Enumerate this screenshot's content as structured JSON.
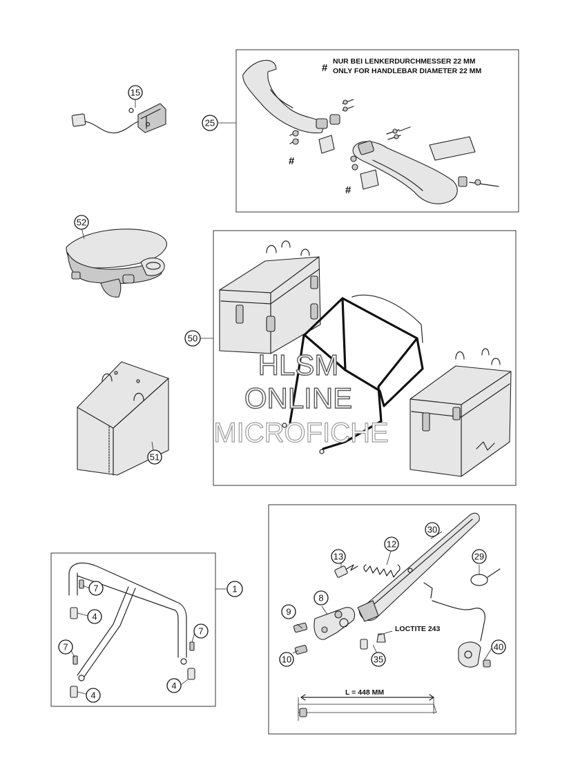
{
  "notes": {
    "handlebar_de": "NUR BEI LENKERDURCHMESSER 22 MM",
    "handlebar_en": "ONLY FOR HANDLEBAR DIAMETER 22 MM",
    "hash_symbol": "#",
    "loctite": "LOCTITE 243",
    "length": "L = 448 MM"
  },
  "callouts": {
    "c15": "15",
    "c25": "25",
    "c52": "52",
    "c50": "50",
    "c51": "51",
    "c1": "1",
    "c7a": "7",
    "c4a": "4",
    "c7b": "7",
    "c4b": "4",
    "c7c": "7",
    "c4c": "4",
    "c30": "30",
    "c12": "12",
    "c13": "13",
    "c29": "29",
    "c8": "8",
    "c9": "9",
    "c10": "10",
    "c35": "35",
    "c40": "40"
  },
  "watermark": {
    "line1": "HLSM",
    "line2": "ONLINE",
    "line3": "MICROFICHE"
  },
  "colors": {
    "line": "#222222",
    "part_fill": "#e6e6e6",
    "watermark_stroke": "#555555"
  }
}
